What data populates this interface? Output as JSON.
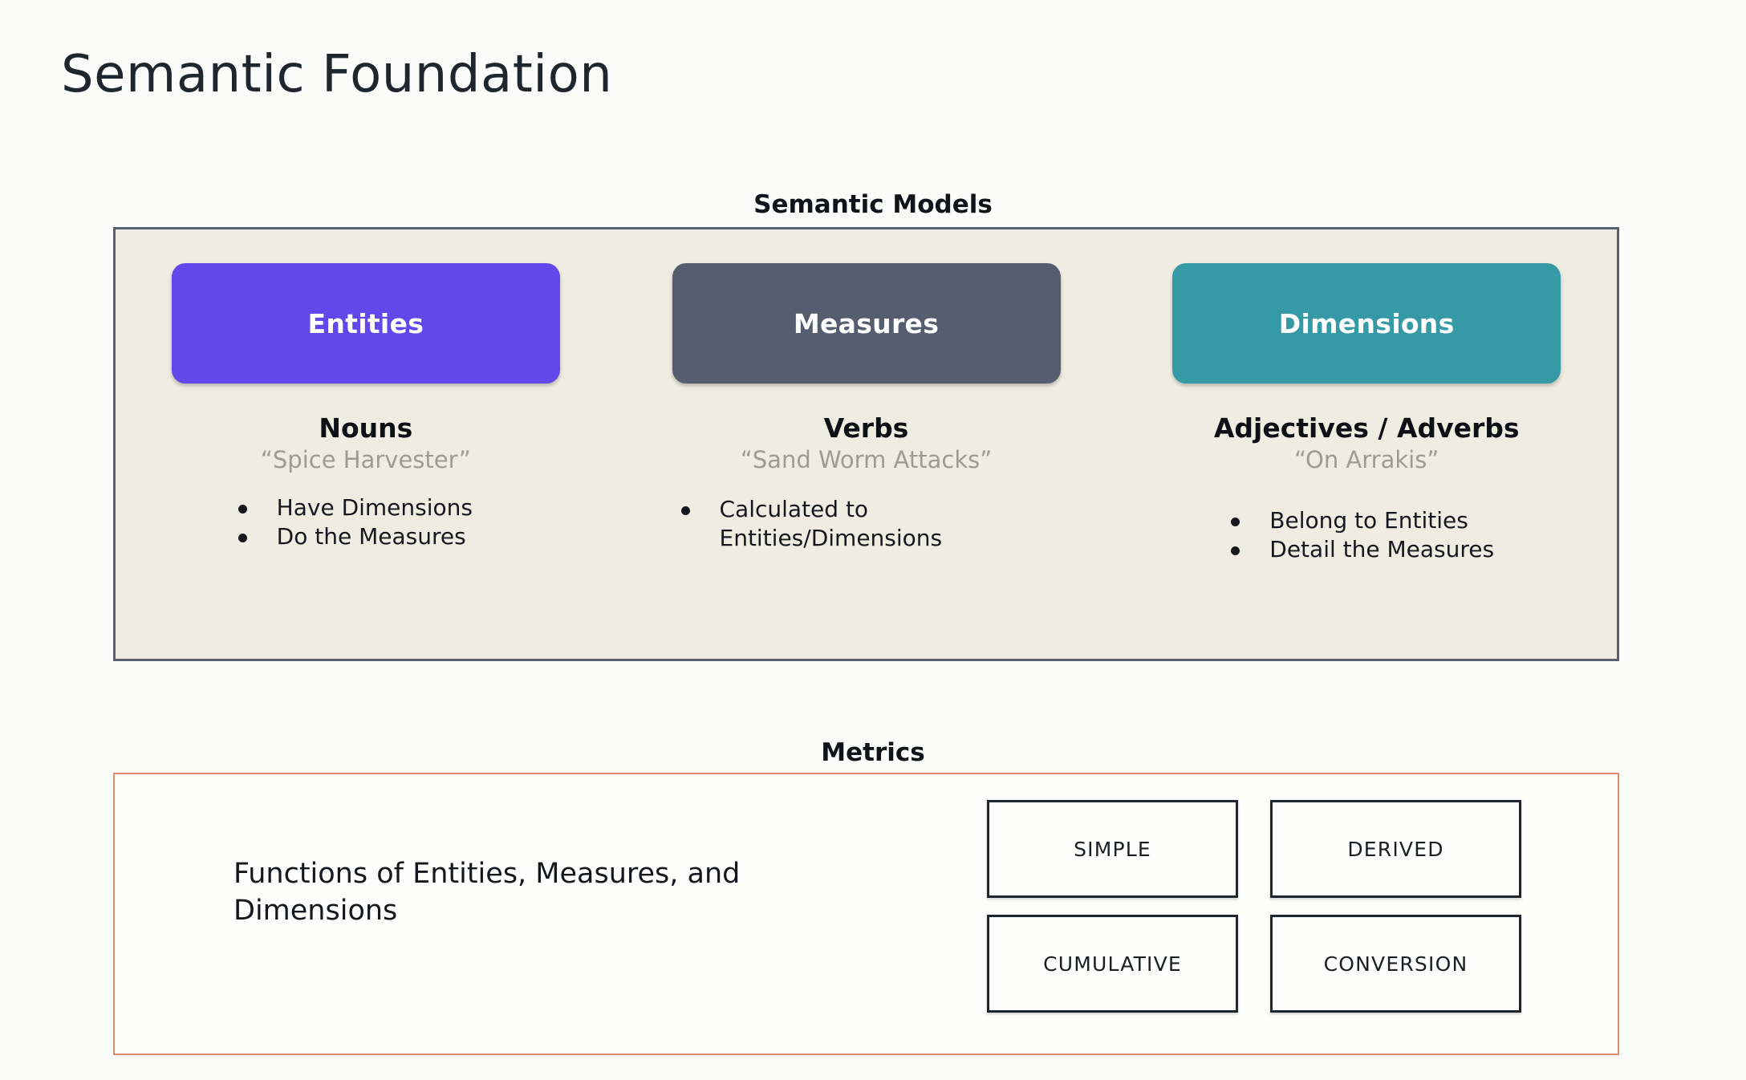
{
  "page": {
    "title": "Semantic Foundation",
    "background_color": "#fbfbf9"
  },
  "semantic_models": {
    "caption": "Semantic Models",
    "panel_background": "#efece1",
    "panel_border_color": "#59606e",
    "columns": [
      {
        "chip_label": "Entities",
        "chip_color": "#6247ea",
        "part_of_speech": "Nouns",
        "example": "“Spice Harvester”",
        "bullets": [
          "Have Dimensions",
          "Do the Measures"
        ]
      },
      {
        "chip_label": "Measures",
        "chip_color": "#555d6e",
        "part_of_speech": "Verbs",
        "example": "“Sand Worm Attacks”",
        "bullets": [
          "Calculated to Entities/Dimensions"
        ]
      },
      {
        "chip_label": "Dimensions",
        "chip_color": "#359aa5",
        "part_of_speech": "Adjectives / Adverbs",
        "example": "“On Arrakis”",
        "bullets": [
          "Belong to Entities",
          "Detail the Measures"
        ]
      }
    ]
  },
  "metrics": {
    "caption": "Metrics",
    "panel_border_color": "#de8e6f",
    "description": "Functions of Entities, Measures, and Dimensions",
    "types": [
      "SIMPLE",
      "DERIVED",
      "CUMULATIVE",
      "CONVERSION"
    ]
  }
}
